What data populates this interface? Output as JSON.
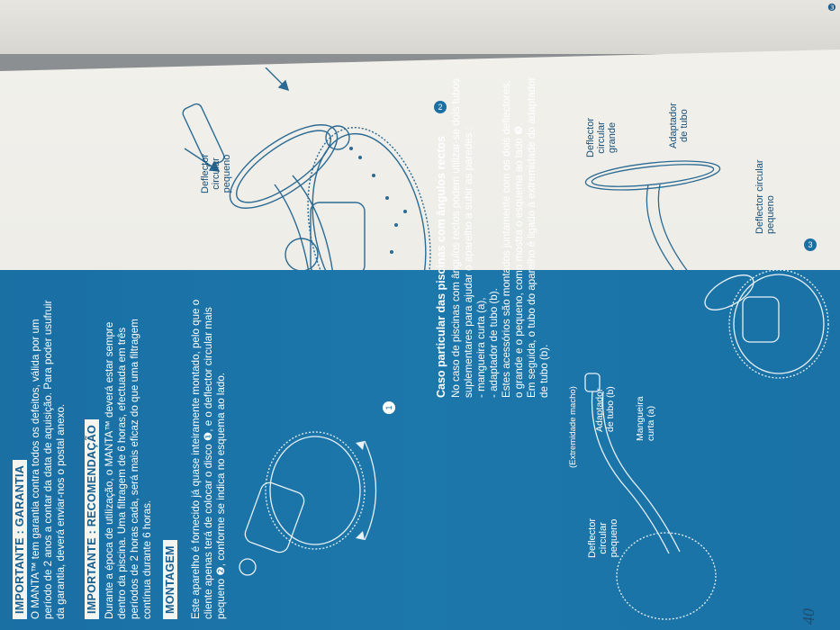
{
  "garantia": {
    "heading": "IMPORTANTE : GARANTIA",
    "lines": [
      "O MANTA™ tem garantia contra todos os defeitos, válida por um",
      "período de 2 anos a contar da data de aquisição. Para poder usufruir",
      "da garantia, deverá enviar-nos o postal anexo."
    ]
  },
  "recomendacao": {
    "heading": "IMPORTANTE : RECOMENDAÇÃO",
    "lines": [
      "Durante a época de utilização, o MANTA™ deverá estar sempre",
      "dentro da piscina. Uma filtragem de 6 horas, efectuada em três",
      "períodos de 2 horas cada, será mais eficaz do que uma filtragem",
      "contínua durante 6 horas."
    ]
  },
  "montagem": {
    "heading": "MONTAGEM",
    "lines": [
      "Este aparelho é fornecido já quase inteiramente montado, pelo que o",
      "cliente apenas terá de colocar o disco ❶, e o deflector circular mais",
      "pequeno ❷, conforme se indica no esquema ao lado."
    ]
  },
  "caso": {
    "heading": "Caso particular das piscinas com ângulos rectos",
    "lines": [
      "No caso de piscinas com ângulos rectos podem utilizar-se dois tubos",
      "suplementares para ajudar o aparelho a subir as paredes :",
      "- mangueira curta (a),",
      "- adaptador de tubo (b).",
      "Estes acessórios são montados juntamente com os dois deflectores,",
      "o grande e o pequeno, como mostra o esquema ao lado ❸.",
      "Em seguida, o tubo do aparelho é ligado à extremidade do adaptador",
      "de tubo (b)."
    ]
  },
  "labels": {
    "deflector_pequeno_1": [
      "Deflector",
      "circular",
      "pequeno"
    ],
    "deflector_grande": [
      "Deflector",
      "circular",
      "grande"
    ],
    "adaptador_tubo": [
      "Adaptador",
      "de tubo"
    ],
    "deflector_pequeno_2": [
      "Deflector circular",
      "pequeno"
    ],
    "extremidade": "(Extremidade macho)",
    "adaptador_b": [
      "Adaptador",
      "de tubo (b)"
    ],
    "mangueira_a": [
      "Mangueira",
      "curta (a)"
    ],
    "deflector_pequeno_3": [
      "Deflector",
      "circular",
      "pequeno"
    ]
  },
  "figure_numbers": [
    "1",
    "2",
    "3"
  ],
  "page_number": "40",
  "colors": {
    "blue": "#1a6fa3",
    "paper": "#eeede8",
    "heading_text": "#145f90"
  }
}
